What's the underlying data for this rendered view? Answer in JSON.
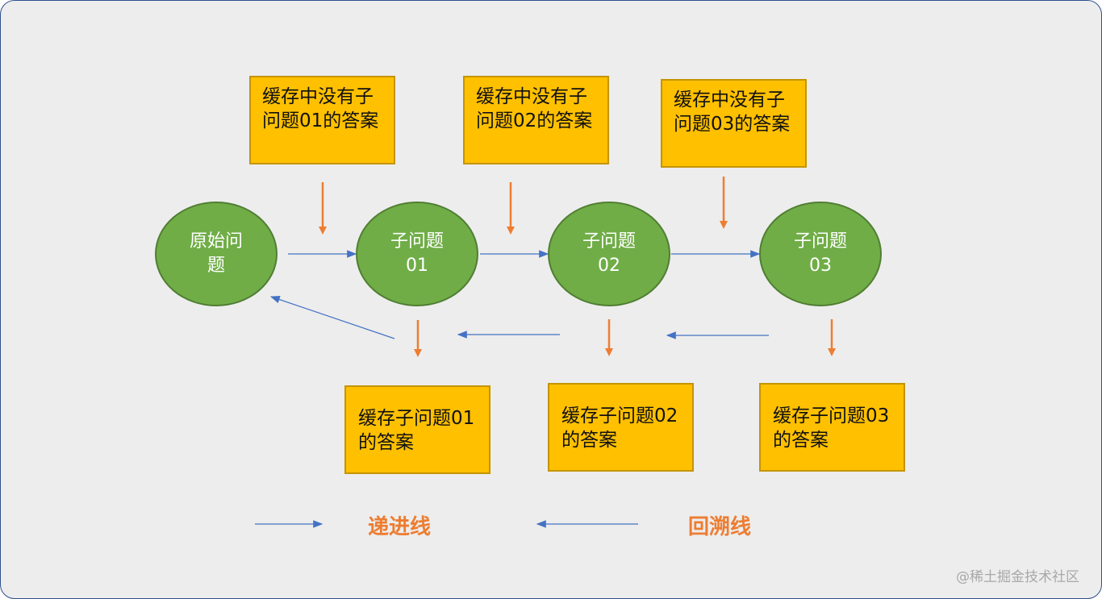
{
  "nodes": [
    {
      "l1": "原始问",
      "l2": "题"
    },
    {
      "l1": "子问题",
      "l2": "01"
    },
    {
      "l1": "子问题",
      "l2": "02"
    },
    {
      "l1": "子问题",
      "l2": "03"
    }
  ],
  "miss_boxes": [
    "缓存中没有子问题01的答案",
    "缓存中没有子问题02的答案",
    "缓存中没有子问题03的答案"
  ],
  "cache_boxes": [
    "缓存子问题01的答案",
    "缓存子问题02的答案",
    "缓存子问题03的答案"
  ],
  "legend": {
    "forward": "递进线",
    "backtrack": "回溯线"
  },
  "watermark": "@稀土掘金技术社区",
  "colors": {
    "forward_line": "#4472c4",
    "down_arrow": "#ed7d31",
    "node": "#70ad47",
    "box": "#ffc000"
  }
}
